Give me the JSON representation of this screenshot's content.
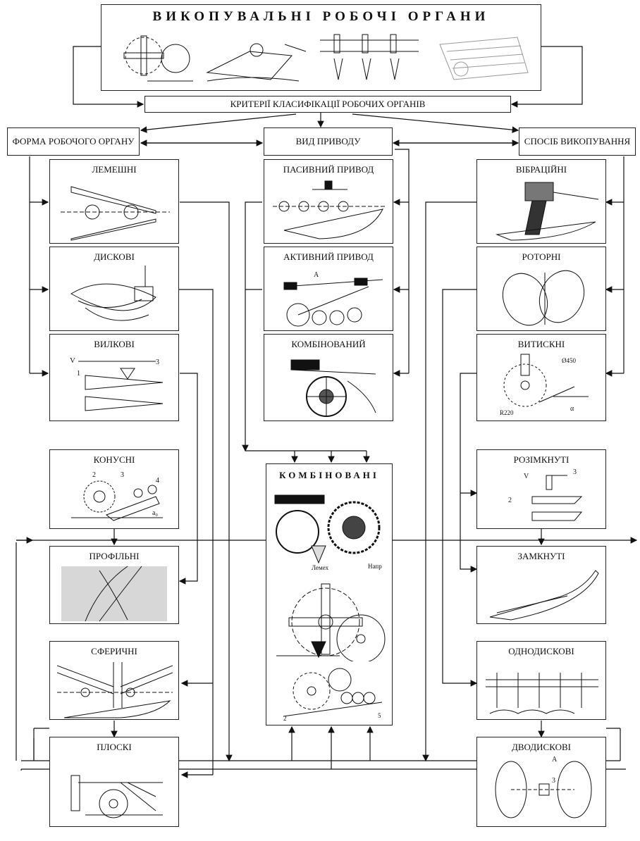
{
  "title": "ВИКОПУВАЛЬНІ РОБОЧІ ОРГАНИ",
  "criteria": "КРИТЕРІЇ КЛАСИФІКАЦІЇ РОБОЧИХ ОРГАНІВ",
  "groups": {
    "form": "ФОРМА РОБОЧОГО ОРГАНУ",
    "drive": "ВИД ПРИВОДУ",
    "method": "СПОСІБ ВИКОПУВАННЯ"
  },
  "form_items": [
    "ЛЕМЕШНІ",
    "ДИСКОВІ",
    "ВИЛКОВІ",
    "КОНУСНІ",
    "ПРОФІЛЬНІ",
    "СФЕРИЧНІ",
    "ПЛОСКІ"
  ],
  "drive_items": [
    "ПАСИВНИЙ ПРИВОД",
    "АКТИВНИЙ ПРИВОД",
    "КОМБІНОВАНИЙ"
  ],
  "method_items": [
    "ВІБРАЦІЙНІ",
    "РОТОРНІ",
    "ВИТИСКНІ",
    "РОЗІМКНУТІ",
    "ЗАМКНУТІ",
    "ОДНОДИСКОВІ",
    "ДВОДИСКОВІ"
  ],
  "combined": "КОМБІНОВАНІ",
  "sketch_labels": {
    "lemekh": "Лемех",
    "naprjam": "Напр",
    "v": "V",
    "n1": "1",
    "n2": "2",
    "n3": "3",
    "n4": "4",
    "n5": "5",
    "a": "A",
    "alpha": "α",
    "phi450": "Ø450",
    "r220": "R220",
    "a0": "a₀"
  }
}
